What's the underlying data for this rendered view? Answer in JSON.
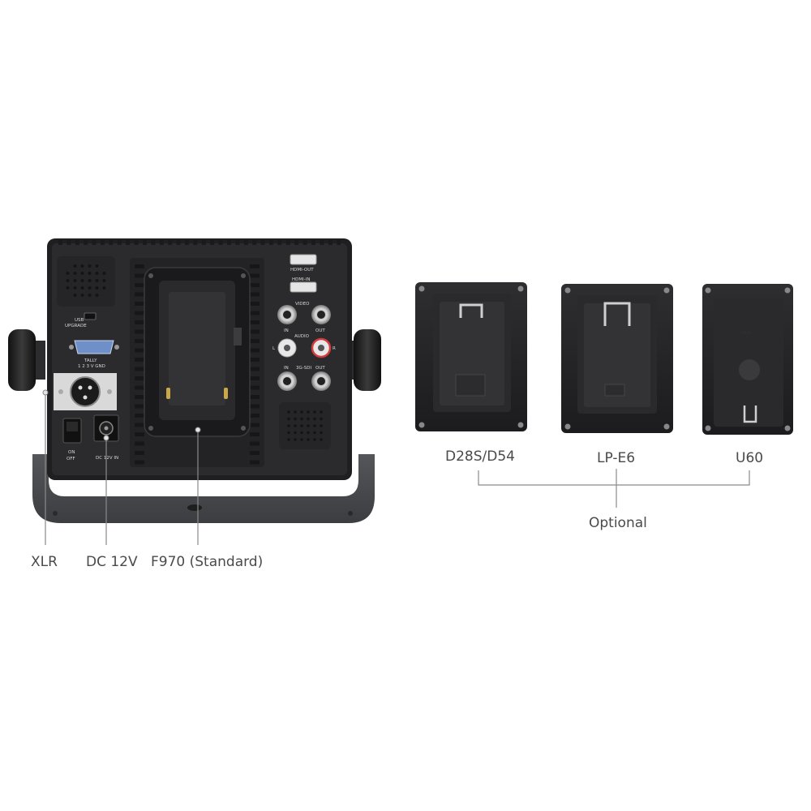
{
  "callouts": {
    "xlr": "XLR",
    "dc": "DC 12V",
    "f970": "F970 (Standard)",
    "d28s": "D28S/D54",
    "lpe6": "LP-E6",
    "u60": "U60",
    "optional": "Optional"
  },
  "panel_labels": {
    "usb": "USB",
    "upgrade": "UPGRADE",
    "tally": "TALLY",
    "tally_pins": "1 2 3 V GND",
    "hdmi_out": "HDMI-OUT",
    "hdmi_in": "HDMI-IN",
    "video": "VIDEO",
    "audio": "AUDIO",
    "in1": "IN",
    "out1": "OUT",
    "l": "L",
    "r": "R",
    "in2": "IN",
    "sdi": "3G-SDI",
    "out2": "OUT",
    "on": "ON",
    "off": "OFF",
    "dc_in": "DC 12V IN",
    "u60_mark": "U60"
  },
  "colors": {
    "body": "#2b2b2d",
    "body_dark": "#1f1f21",
    "stand": "#4a4a4d",
    "line": "#8a8a8a",
    "text": "#4a4a4a",
    "blue_port": "#6f8fc9",
    "red_ring": "#d23c3c"
  }
}
